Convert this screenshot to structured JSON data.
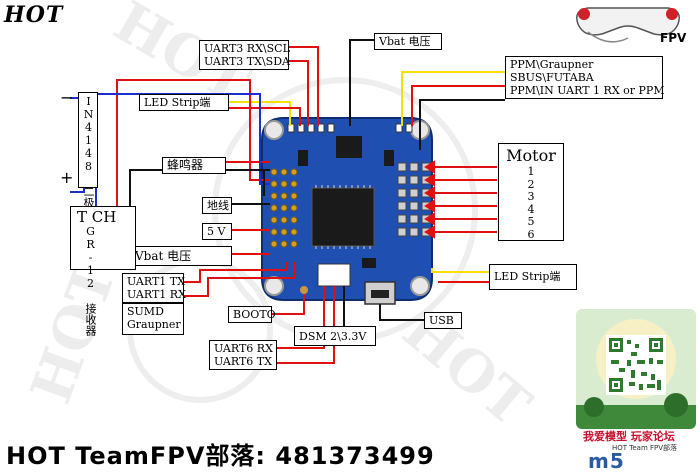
{
  "header": {
    "brand": "HOT",
    "fpv": "FPV"
  },
  "footer": {
    "contact": "HOT TeamFPV部落: 481373499"
  },
  "labels": {
    "uart3": [
      "UART3 RX\\SCL",
      "UART3 TX\\SDA"
    ],
    "vbat_top": "Vbat 电压",
    "led_strip_left": "LED Strip端",
    "buzzer": "蜂鸣器",
    "ground": "地线",
    "five_v": "5 V",
    "vbat_left": "Vbat 电压",
    "uart1": [
      "UART1 TX",
      "UART1 RX"
    ],
    "sumd": [
      "SUMD",
      "Graupner"
    ],
    "boot": "BOOTO",
    "uart6": [
      "UART6 RX",
      "UART6 TX"
    ],
    "dsm": "DSM 2\\3.3V",
    "usb": "USB",
    "led_strip_right": "LED Strip端",
    "ppm": [
      "PPM\\Graupner",
      "SBUS\\FUTABA",
      "PPM\\IN UART 1 RX or PPM"
    ],
    "motor_title": "Motor",
    "motors": [
      "1",
      "2",
      "3",
      "4",
      "5",
      "6"
    ],
    "diode": "IN4148 二极管",
    "diode_minus": "−",
    "diode_plus": "+",
    "receiver_top": "T CH",
    "receiver_side": "GR-12 接收器"
  },
  "watermark": "HOT",
  "qr": {
    "forum": "我爱模型 玩家论坛",
    "forum_sub": "HOT Team FPV部落",
    "site": "m5"
  },
  "colors": {
    "board": "#1f4fb0",
    "wire_red": "#e01010",
    "wire_black": "#111111",
    "wire_yellow": "#f5e000",
    "wire_blue": "#1b2fd0",
    "chip": "#1a1a1a"
  }
}
